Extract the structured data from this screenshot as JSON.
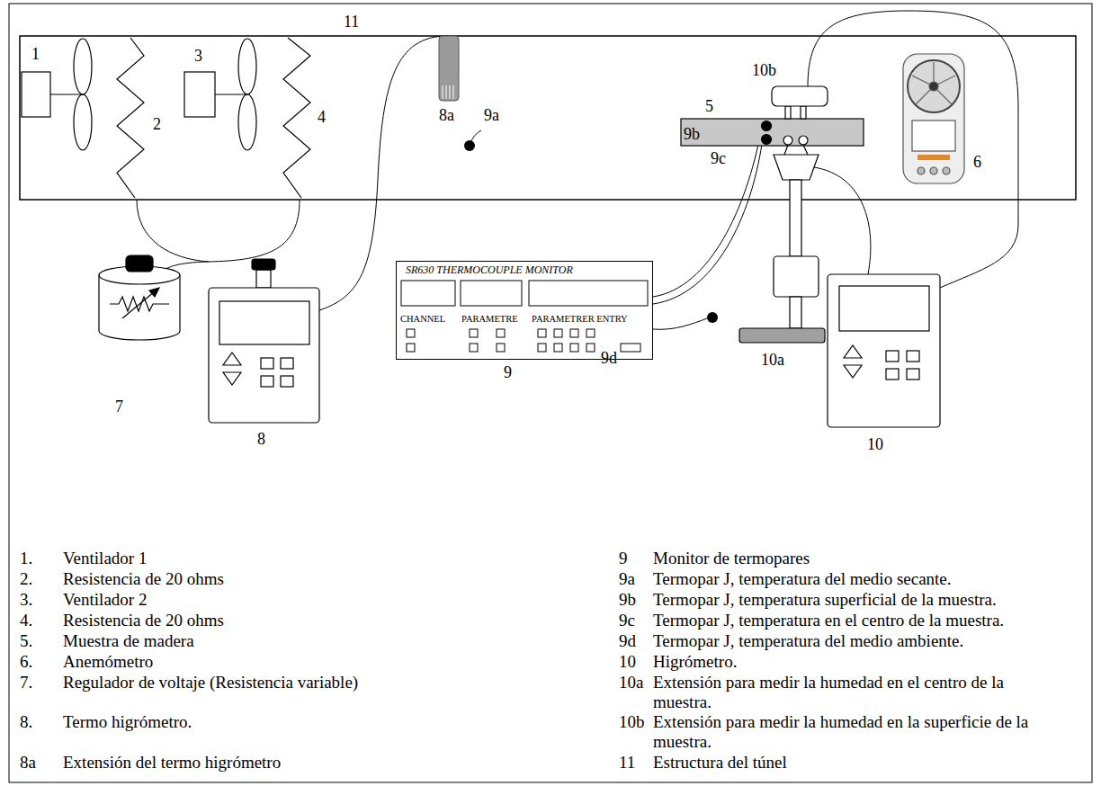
{
  "diagram": {
    "nodes": [
      {
        "text": [
          "SR630 THERMOCOUPLE MONITOR",
          "CHANNEL",
          "PARAMETRE",
          "PARAMETRER ENTRY"
        ]
      }
    ],
    "labels": [
      "11",
      "1",
      "2",
      "3",
      "4",
      "8a",
      "9a",
      "5",
      "9b",
      "9c",
      "10b",
      "6",
      "7",
      "8",
      "9",
      "9d",
      "10a",
      "10",
      "1.",
      "Ventilador 1",
      "2.",
      "Resistencia de 20 ohms",
      "3.",
      "Ventilador 2",
      "4.",
      "Resistencia de 20 ohms",
      "5.",
      "Muestra de madera",
      "6.",
      "Anemómetro",
      "7.",
      "Regulador de voltaje (Resistencia variable)",
      "8.",
      "Termo higrómetro.",
      "8a",
      "Extensión del termo higrómetro",
      "9",
      "Monitor de termopares",
      "9a",
      "Termopar J, temperatura del medio secante.",
      "9b",
      "Termopar J, temperatura superficial de la muestra.",
      "9c",
      "Termopar J, temperatura en el centro de la muestra.",
      "9d",
      "Termopar J, temperatura del medio ambiente.",
      "10",
      "Higrómetro.",
      "10a",
      "Extensión para medir la humedad en el centro de la muestra.",
      "10b",
      "Extensión para medir la humedad en la superficie de la muestra.",
      "11",
      "Estructura del túnel"
    ]
  }
}
